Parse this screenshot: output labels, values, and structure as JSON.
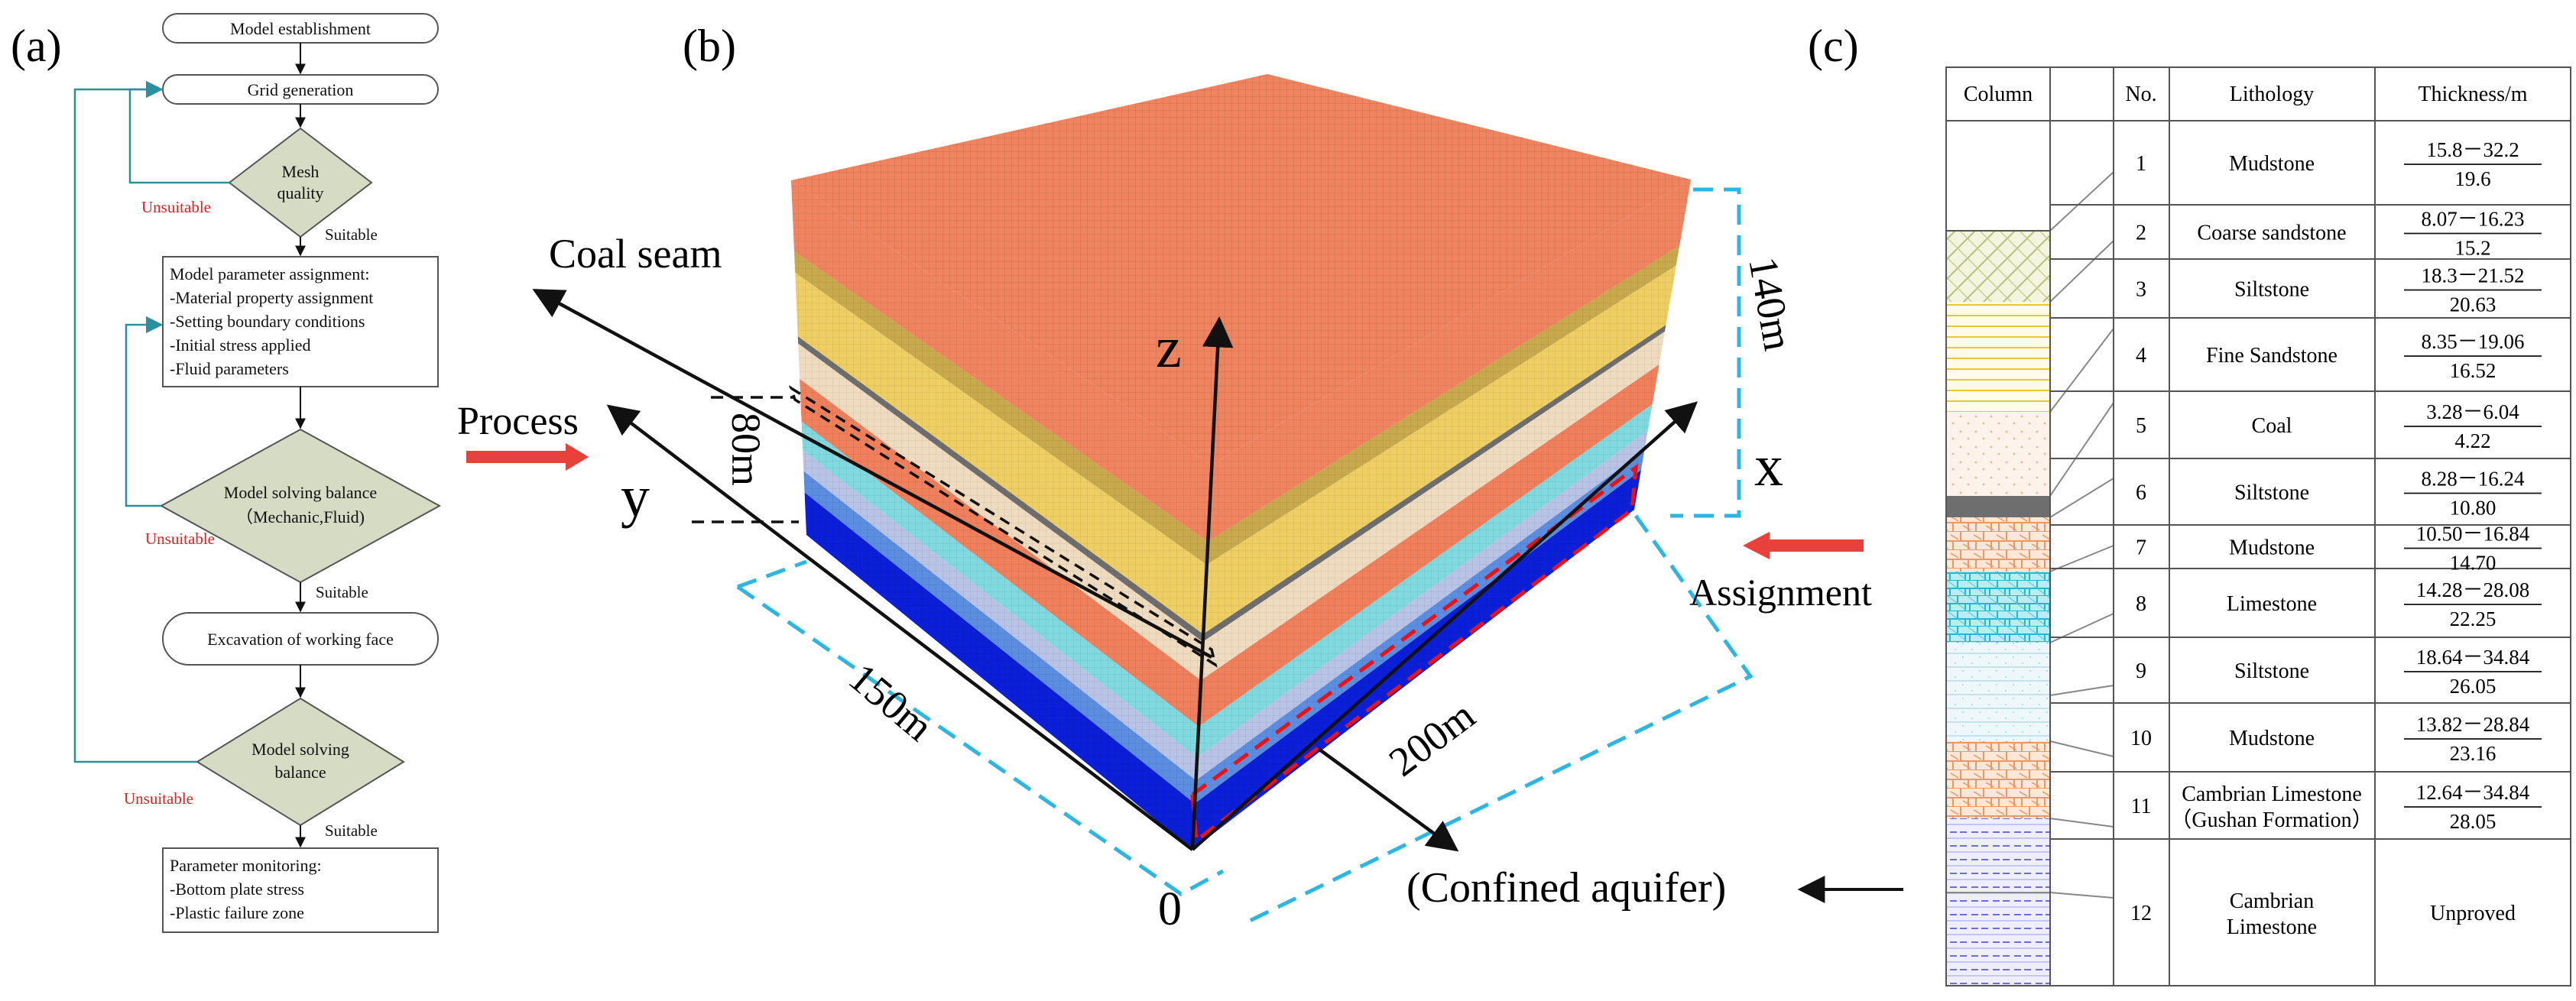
{
  "panels": {
    "a": "(a)",
    "b": "(b)",
    "c": "(c)"
  },
  "flowchart": {
    "model_establishment": "Model establishment",
    "grid_generation": "Grid generation",
    "mesh_quality": [
      "Mesh",
      "quality"
    ],
    "param_assignment": [
      "Model parameter assignment:",
      "-Material property assignment",
      "-Setting boundary conditions",
      "-Initial stress applied",
      "-Fluid parameters"
    ],
    "solving_balance_1": [
      "Model solving balance",
      "（Mechanic,Fluid)"
    ],
    "excavation": "Excavation of working face",
    "solving_balance_2": [
      "Model solving",
      "balance"
    ],
    "monitoring": [
      "Parameter monitoring:",
      "-Bottom plate stress",
      "-Plastic failure zone"
    ],
    "unsuitable": "Unsuitable",
    "suitable": "Suitable"
  },
  "model": {
    "coal_seam": "Coal seam",
    "process": "Process",
    "assignment": "Assignment",
    "confined_aquifer": "(Confined aquifer)",
    "axis_z": "z",
    "axis_y": "y",
    "axis_x": "x",
    "origin": "0",
    "dim_80": "80m",
    "dim_140": "140m",
    "dim_150": "150m",
    "dim_200": "200m",
    "layer_colors": [
      "#0b1fd8",
      "#5b8de0",
      "#b9c3e6",
      "#7fd9de",
      "#f07f5c",
      "#efdcc0",
      "#6e6e6e",
      "#efcf63",
      "#c9a94d",
      "#f08460"
    ]
  },
  "strata_table": {
    "headers": [
      "Column",
      "No.",
      "Lithology",
      "Thickness/m"
    ],
    "rows": [
      {
        "no": "1",
        "lith": [
          "Mudstone"
        ],
        "top": "15.8－32.2",
        "bottom": "19.6"
      },
      {
        "no": "2",
        "lith": [
          "Coarse sandstone"
        ],
        "top": "8.07－16.23",
        "bottom": "15.2"
      },
      {
        "no": "3",
        "lith": [
          "Siltstone"
        ],
        "top": "18.3－21.52",
        "bottom": "20.63"
      },
      {
        "no": "4",
        "lith": [
          "Fine Sandstone"
        ],
        "top": "8.35－19.06",
        "bottom": "16.52"
      },
      {
        "no": "5",
        "lith": [
          "Coal"
        ],
        "top": "3.28－6.04",
        "bottom": "4.22"
      },
      {
        "no": "6",
        "lith": [
          "Siltstone"
        ],
        "top": "8.28－16.24",
        "bottom": "10.80"
      },
      {
        "no": "7",
        "lith": [
          "Mudstone"
        ],
        "top": "10.50－16.84",
        "bottom": "14.70"
      },
      {
        "no": "8",
        "lith": [
          "Limestone"
        ],
        "top": "14.28－28.08",
        "bottom": "22.25"
      },
      {
        "no": "9",
        "lith": [
          "Siltstone"
        ],
        "top": "18.64－34.84",
        "bottom": "26.05"
      },
      {
        "no": "10",
        "lith": [
          "Mudstone"
        ],
        "top": "13.82－28.84",
        "bottom": "23.16"
      },
      {
        "no": "11",
        "lith": [
          "Cambrian Limestone",
          "（Gushan Formation）"
        ],
        "top": "12.64－34.84",
        "bottom": "28.05"
      },
      {
        "no": "12",
        "lith": [
          "Cambrian",
          "Limestone"
        ],
        "top": "",
        "bottom": "",
        "single": "Unproved"
      }
    ]
  }
}
